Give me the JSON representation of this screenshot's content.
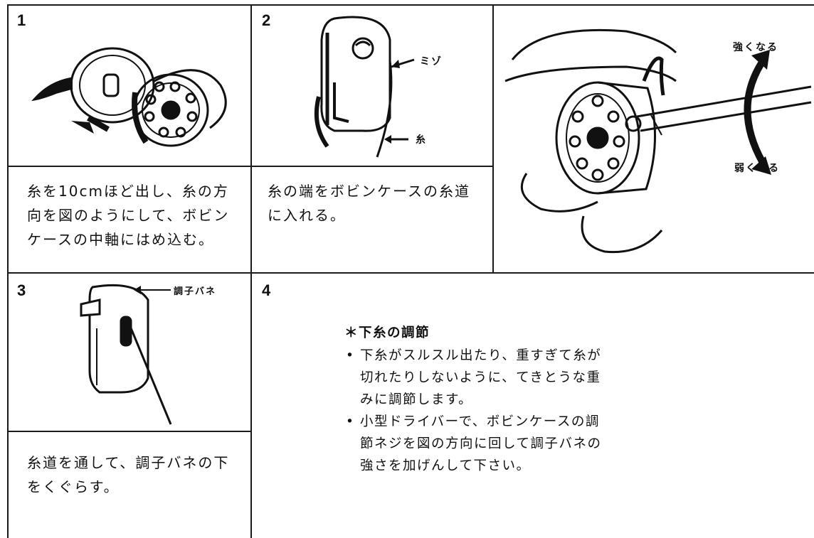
{
  "steps": {
    "s1": {
      "number": "1",
      "caption": [
        "糸を10cmほど出し、糸の方",
        "向を図のようにして、ボビン",
        "ケースの中軸にはめ込む。"
      ]
    },
    "s2": {
      "number": "2",
      "caption": [
        "糸の端をボビンケースの糸道",
        "に入れる。"
      ],
      "labels": {
        "groove": "ミゾ",
        "thread": "糸"
      }
    },
    "s3": {
      "number": "3",
      "caption": [
        "糸道を通して、調子バネの下",
        "をくぐらす。"
      ],
      "labels": {
        "spring": "調子バネ"
      }
    },
    "s4": {
      "number": "4",
      "note_title": "＊下糸の調節",
      "bullet_symbol": "•",
      "bullets": [
        [
          "下糸がスルスル出たり、重すぎて糸が",
          "切れたりしないように、てきとうな重",
          "みに調節します。"
        ],
        [
          "小型ドライバーで、ボビンケースの調",
          "節ネジを図の方向に回して調子バネの",
          "強さを加げんして下さい。"
        ]
      ]
    },
    "tension": {
      "stronger": "強くなる",
      "weaker": "弱くなる"
    }
  }
}
